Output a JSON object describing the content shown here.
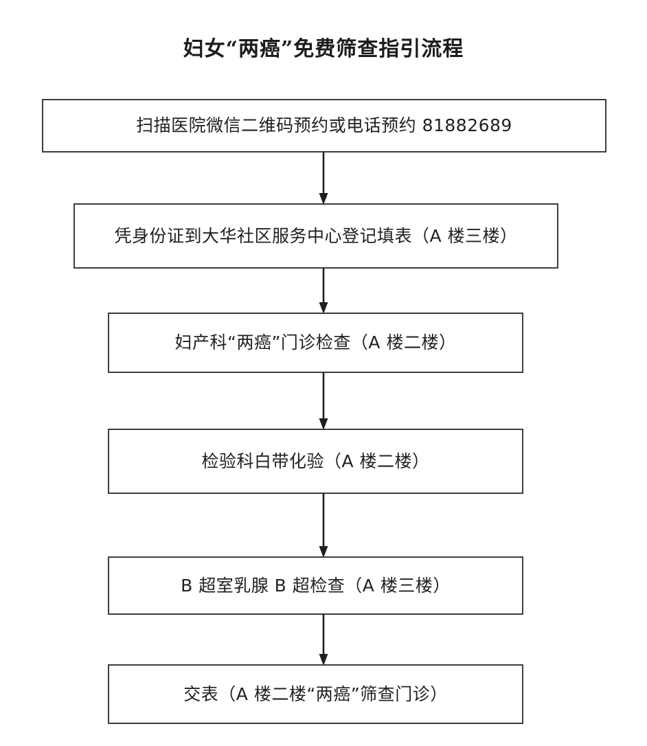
{
  "document": {
    "title": "妇女“两癌”免费筛查指引流程"
  },
  "chart_data": {
    "type": "diagram",
    "diagram_kind": "vertical-flowchart",
    "title": "妇女“两癌”免费筛查指引流程",
    "orientation": "top-to-bottom",
    "node_shape": "rectangle",
    "connector_style": "straight-arrow-down",
    "colors": {
      "background": "#ffffff",
      "box_border": "#3a3d45",
      "text": "#1e2024",
      "title_text": "#1c1c20",
      "arrow": "#1f1f22"
    },
    "nodes": [
      {
        "id": "step-1",
        "order": 1,
        "label": "扫描医院微信二维码预约或电话预约 81882689"
      },
      {
        "id": "step-2",
        "order": 2,
        "label": "凭身份证到大华社区服务中心登记填表（A 楼三楼）"
      },
      {
        "id": "step-3",
        "order": 3,
        "label": "妇产科“两癌”门诊检查（A 楼二楼）"
      },
      {
        "id": "step-4",
        "order": 4,
        "label": "检验科白带化验（A 楼二楼）"
      },
      {
        "id": "step-5",
        "order": 5,
        "label": "B 超室乳腺 B 超检查（A 楼三楼）"
      },
      {
        "id": "step-6",
        "order": 6,
        "label": "交表（A 楼二楼“两癌”筛查门诊）"
      }
    ],
    "edges": [
      {
        "from": "step-1",
        "to": "step-2",
        "label": ""
      },
      {
        "from": "step-2",
        "to": "step-3",
        "label": ""
      },
      {
        "from": "step-3",
        "to": "step-4",
        "label": ""
      },
      {
        "from": "step-4",
        "to": "step-5",
        "label": ""
      },
      {
        "from": "step-5",
        "to": "step-6",
        "label": ""
      }
    ]
  }
}
